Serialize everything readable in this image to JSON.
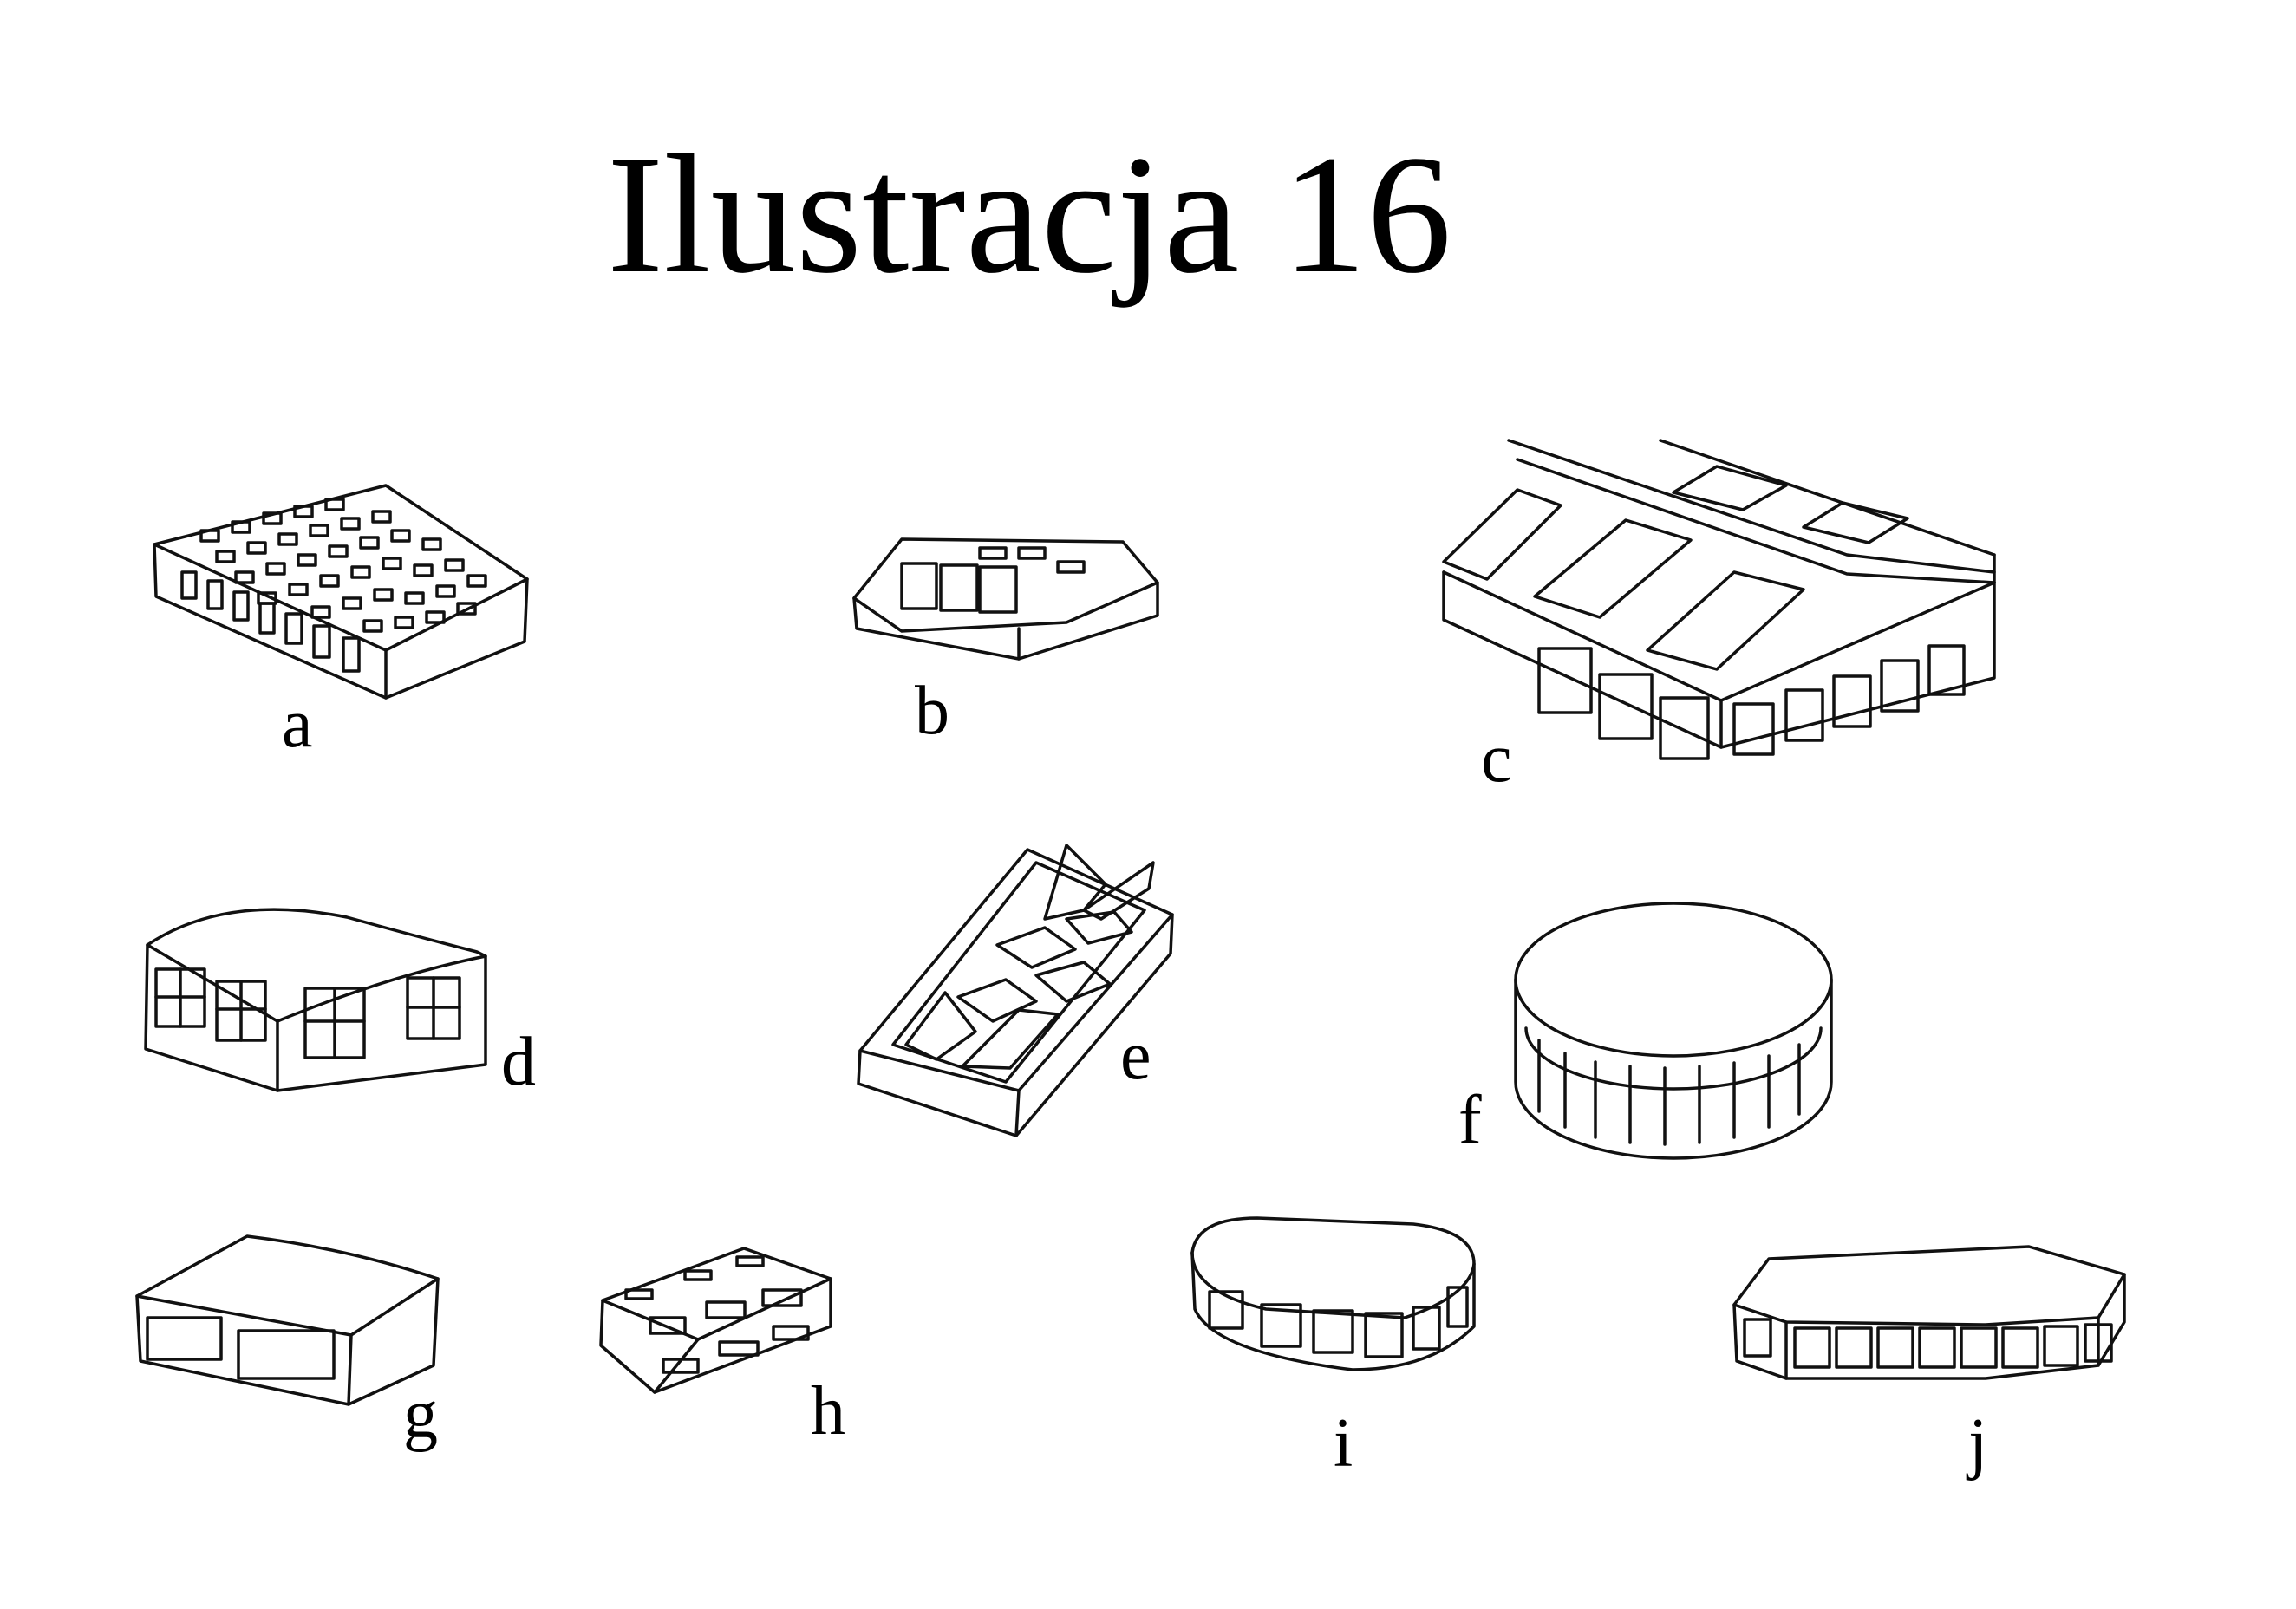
{
  "title": "Ilustracja 16",
  "labels": {
    "a": "a",
    "b": "b",
    "c": "c",
    "d": "d",
    "e": "e",
    "f": "f",
    "g": "g",
    "h": "h",
    "i": "i",
    "j": "j"
  }
}
